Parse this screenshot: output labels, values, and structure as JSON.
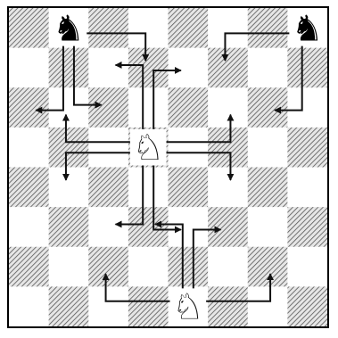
{
  "diagram": {
    "board": {
      "files": 8,
      "ranks": 8,
      "light_square_color": "#ffffff",
      "dark_square_color": "#d8d8d8",
      "hatch_color": "#555555",
      "border_color": "#000000"
    },
    "pieces": [
      {
        "name": "black-knight-left",
        "color": "black",
        "type": "knight",
        "square": "b8",
        "glyph": "♞"
      },
      {
        "name": "black-knight-right",
        "color": "black",
        "type": "knight",
        "square": "h8",
        "glyph": "♞"
      },
      {
        "name": "white-knight-center",
        "color": "white",
        "type": "knight",
        "square": "d5",
        "glyph": "♘"
      },
      {
        "name": "white-knight-bottom",
        "color": "white",
        "type": "knight",
        "square": "e1",
        "glyph": "♘"
      }
    ],
    "moves": [
      {
        "from": "b8",
        "to": "d7"
      },
      {
        "from": "b8",
        "to": "a6"
      },
      {
        "from": "b8",
        "to": "c6"
      },
      {
        "from": "h8",
        "to": "f7"
      },
      {
        "from": "h8",
        "to": "g6"
      },
      {
        "from": "d5",
        "to": "c7"
      },
      {
        "from": "d5",
        "to": "e7"
      },
      {
        "from": "d5",
        "to": "b6"
      },
      {
        "from": "d5",
        "to": "f6"
      },
      {
        "from": "d5",
        "to": "b4"
      },
      {
        "from": "d5",
        "to": "f4"
      },
      {
        "from": "d5",
        "to": "c3"
      },
      {
        "from": "d5",
        "to": "e3"
      },
      {
        "from": "e1",
        "to": "c2"
      },
      {
        "from": "e1",
        "to": "g2"
      },
      {
        "from": "e1",
        "to": "d3"
      },
      {
        "from": "e1",
        "to": "f3"
      }
    ]
  }
}
